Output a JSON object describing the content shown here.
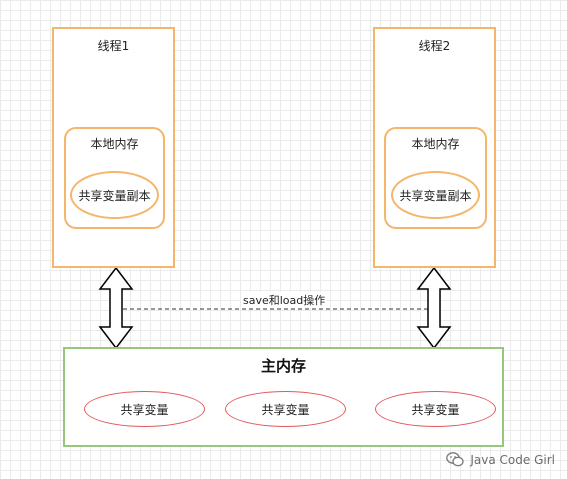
{
  "threads": [
    {
      "title": "线程1",
      "local_memory": "本地内存",
      "copy": "共享变量副本"
    },
    {
      "title": "线程2",
      "local_memory": "本地内存",
      "copy": "共享变量副本"
    }
  ],
  "operation_label": "save和load操作",
  "main_memory": {
    "title": "主内存",
    "shared_vars": [
      "共享变量",
      "共享变量",
      "共享变量"
    ]
  },
  "watermark": {
    "text": "Java Code Girl",
    "icon": "wechat-icon"
  },
  "colors": {
    "thread_border": "#f5b56b",
    "main_memory_border": "#97c77e",
    "shared_var_border": "#e3585a"
  }
}
